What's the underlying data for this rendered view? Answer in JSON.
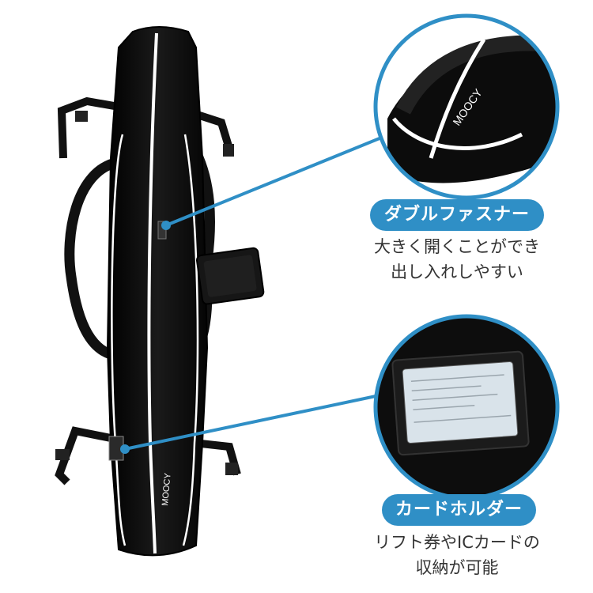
{
  "brand_logo": "MOOCY",
  "colors": {
    "accent": "#2f8fc6",
    "bag": "#0b0b0b",
    "piping": "#ffffff"
  },
  "features": [
    {
      "title": "ダブルファスナー",
      "description_lines": [
        "大きく開くことができ",
        "出し入れしやすい"
      ]
    },
    {
      "title": "カードホルダー",
      "description_lines": [
        "リフト券やICカードの",
        "収納が可能"
      ]
    }
  ]
}
